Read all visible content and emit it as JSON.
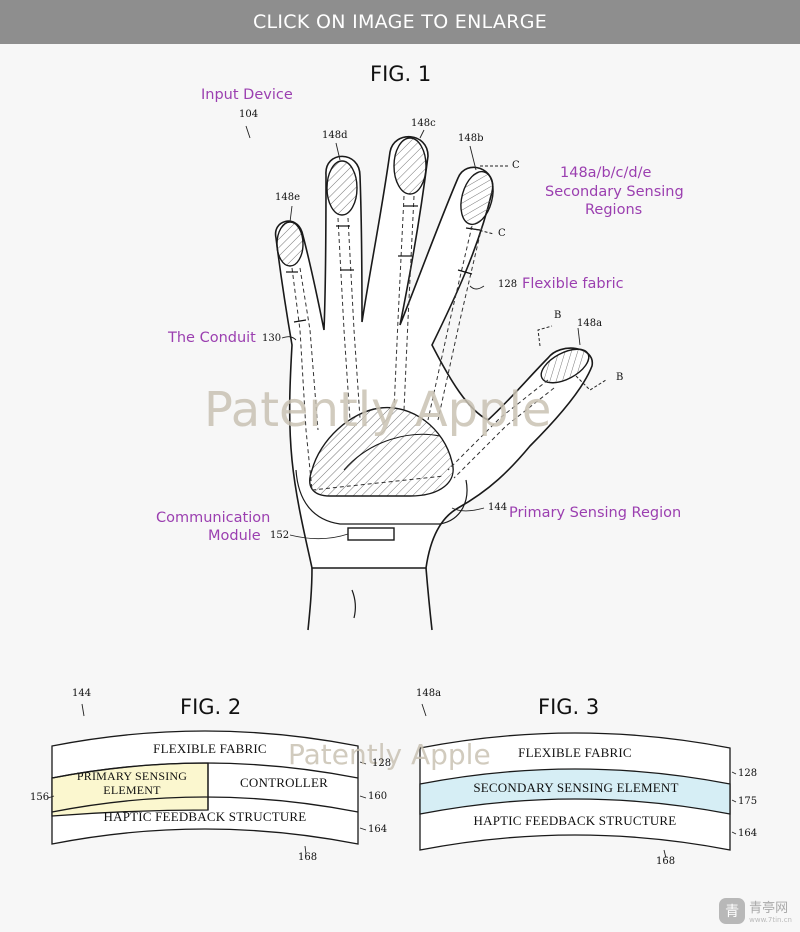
{
  "banner": {
    "text": "CLICK ON IMAGE TO ENLARGE"
  },
  "fig1": {
    "title": "FIG. 1",
    "labels": {
      "input_device": "Input Device",
      "secondary_regions_1": "148a/b/c/d/e",
      "secondary_regions_2": "Secondary Sensing",
      "secondary_regions_3": "Regions",
      "flexible_fabric": "Flexible fabric",
      "conduit": "The Conduit",
      "communication_1": "Communication",
      "communication_2": "Module",
      "primary_region": "Primary Sensing Region"
    },
    "refs": {
      "r104": "104",
      "r148d": "148d",
      "r148c": "148c",
      "r148b": "148b",
      "r148e": "148e",
      "r148a": "148a",
      "r128": "128",
      "r130": "130",
      "r144": "144",
      "r152": "152",
      "axis_c1": "C",
      "axis_c2": "C",
      "axis_b1": "B",
      "axis_b2": "B"
    }
  },
  "fig2": {
    "title": "FIG. 2",
    "ref_top": "144",
    "layers": {
      "fabric": "FLEXIBLE FABRIC",
      "primary_line1": "PRIMARY SENSING",
      "primary_line2": "ELEMENT",
      "controller": "CONTROLLER",
      "haptic": "HAPTIC FEEDBACK STRUCTURE"
    },
    "refs": {
      "r156": "156",
      "r128": "128",
      "r160": "160",
      "r164": "164",
      "r168": "168"
    },
    "colors": {
      "primary_fill": "#fbf7cf"
    }
  },
  "fig3": {
    "title": "FIG. 3",
    "ref_top": "148a",
    "layers": {
      "fabric": "FLEXIBLE FABRIC",
      "secondary": "SECONDARY SENSING ELEMENT",
      "haptic": "HAPTIC FEEDBACK STRUCTURE"
    },
    "refs": {
      "r128": "128",
      "r175": "175",
      "r164": "164",
      "r168": "168"
    },
    "colors": {
      "secondary_fill": "#d6eef5"
    }
  },
  "watermark": {
    "text": "Patently Apple"
  },
  "logo": {
    "badge": "青",
    "name": "青亭网",
    "sub": "www.7tin.cn"
  }
}
